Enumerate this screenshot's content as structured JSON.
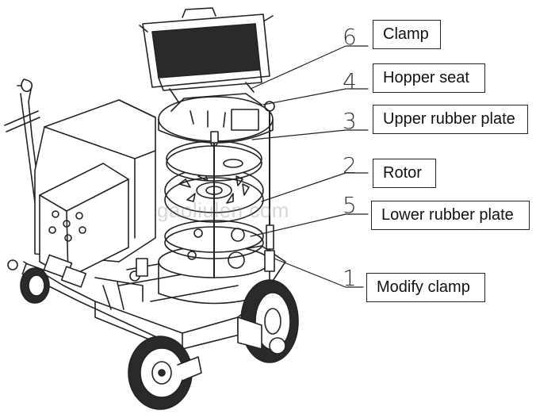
{
  "labels": [
    {
      "num": "6",
      "text": "Clamp"
    },
    {
      "num": "4",
      "text": "Hopper seat"
    },
    {
      "num": "3",
      "text": "Upper rubber plate"
    },
    {
      "num": "2",
      "text": "Rotor"
    },
    {
      "num": "5",
      "text": "Lower rubber plate"
    },
    {
      "num": "1",
      "text": "Modify clamp"
    }
  ],
  "watermark": "gaoliulen.com",
  "colors": {
    "line": "#222222",
    "tire": "#2a2a2a",
    "metal": "#555555"
  }
}
